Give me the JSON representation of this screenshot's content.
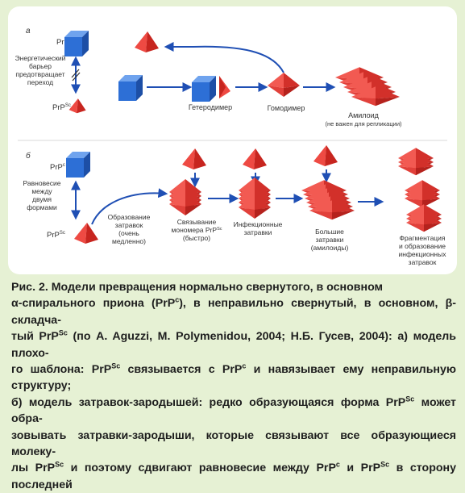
{
  "panel_a": {
    "letter": "а",
    "prpc": "PrP",
    "prpc_sup": "c",
    "prpsc": "PrP",
    "prpsc_sup": "Sc",
    "barrier": [
      "Энергетический",
      "барьер",
      "предотвращает",
      "переход"
    ],
    "heterodimer": "Гетеродимер",
    "homodimer": "Гомодимер",
    "amyloid": "Амилоид",
    "amyloid_note": "(не важен для репликации)"
  },
  "panel_b": {
    "letter": "б",
    "prpc": "PrP",
    "prpc_sup": "c",
    "prpsc": "PrP",
    "prpsc_sup": "Sc",
    "equilibrium": [
      "Равновесие",
      "между",
      "двумя",
      "формами"
    ],
    "seed_formation": [
      "Образование",
      "затравок",
      "(очень",
      "медленно)"
    ],
    "monomer_binding": [
      "Связывание",
      "мономера PrP",
      "(быстро)"
    ],
    "monomer_sup": "Sc",
    "infectious_seeds": [
      "Инфекционные",
      "затравки"
    ],
    "large_seeds": [
      "Большие",
      "затравки",
      "(амилоиды)"
    ],
    "fragmentation": [
      "Фрагментация",
      "и образование",
      "инфекционных",
      "затравок"
    ]
  },
  "caption": {
    "p1": "Рис. 2. Модели превращения нормально свернутого, в основном",
    "p2a": "α-спирального приона (PrP",
    "p2_sup": "c",
    "p2b": "), в неправильно свернутый, в основном, β-складча-",
    "p3a": "тый PrP",
    "p3_sup": "Sc",
    "p3b": " (по A. Aguzzi, M. Polymenidou, 2004; Н.Б. Гусев, 2004): а) модель плохо-",
    "p4a": "го шаблона: PrP",
    "p4_sup1": "Sc",
    "p4b": " связывается с PrP",
    "p4_sup2": "c",
    "p4c": " и навязывает ему неправильную структуру;",
    "p5a": "б) модель затравок-зародышей: редко образующаяся форма PrP",
    "p5_sup": "Sc",
    "p5b": " может обра-",
    "p6": "зовывать затравки-зародыши, которые связывают все образующиеся молеку-",
    "p7a": "лы PrP",
    "p7_sup1": "Sc",
    "p7b": " и поэтому сдвигают равновесие между PrP",
    "p7_sup2": "c",
    "p7c": " и PrP",
    "p7_sup3": "Sc",
    "p7d": " в сторону последней"
  },
  "colors": {
    "cube": "#2d6fd6",
    "cube_dark": "#1d4fa6",
    "pyramid": "#ee4a43",
    "pyramid_dark": "#c7251f",
    "arrow": "#1f4fb4",
    "caption_bg": "#e6f1d4"
  }
}
